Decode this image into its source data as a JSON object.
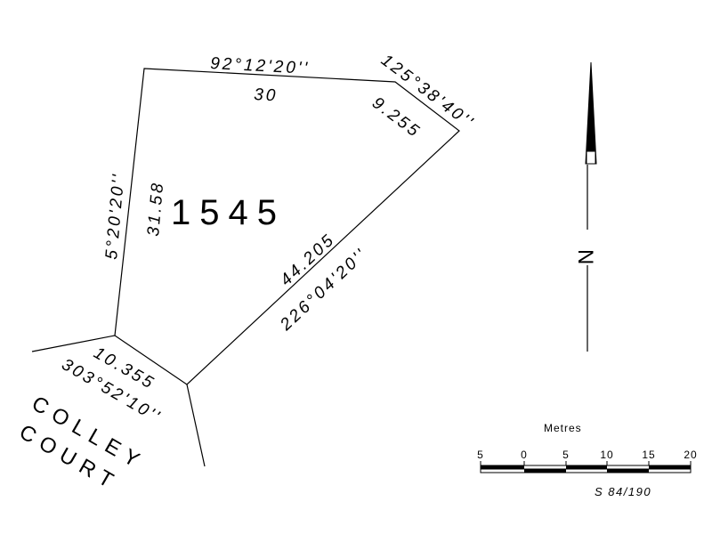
{
  "lot": {
    "number": "1545"
  },
  "boundaries": {
    "top": {
      "bearing": "92°12'20''",
      "distance": "30"
    },
    "northeast": {
      "bearing": "125°38'40''",
      "distance": "9.255"
    },
    "west": {
      "bearing": "5°20'20''",
      "distance": "31.58"
    },
    "southeast": {
      "bearing": "226°04'20''",
      "distance": "44.205"
    },
    "south": {
      "bearing": "303°52'10''",
      "distance": "10.355"
    }
  },
  "road": {
    "line1": "COLLEY",
    "line2": "COURT"
  },
  "north_arrow": {
    "label": "N"
  },
  "scale_bar": {
    "unit": "Metres",
    "ticks": [
      "5",
      "0",
      "5",
      "10",
      "15",
      "20"
    ]
  },
  "reference": "S 84/190"
}
